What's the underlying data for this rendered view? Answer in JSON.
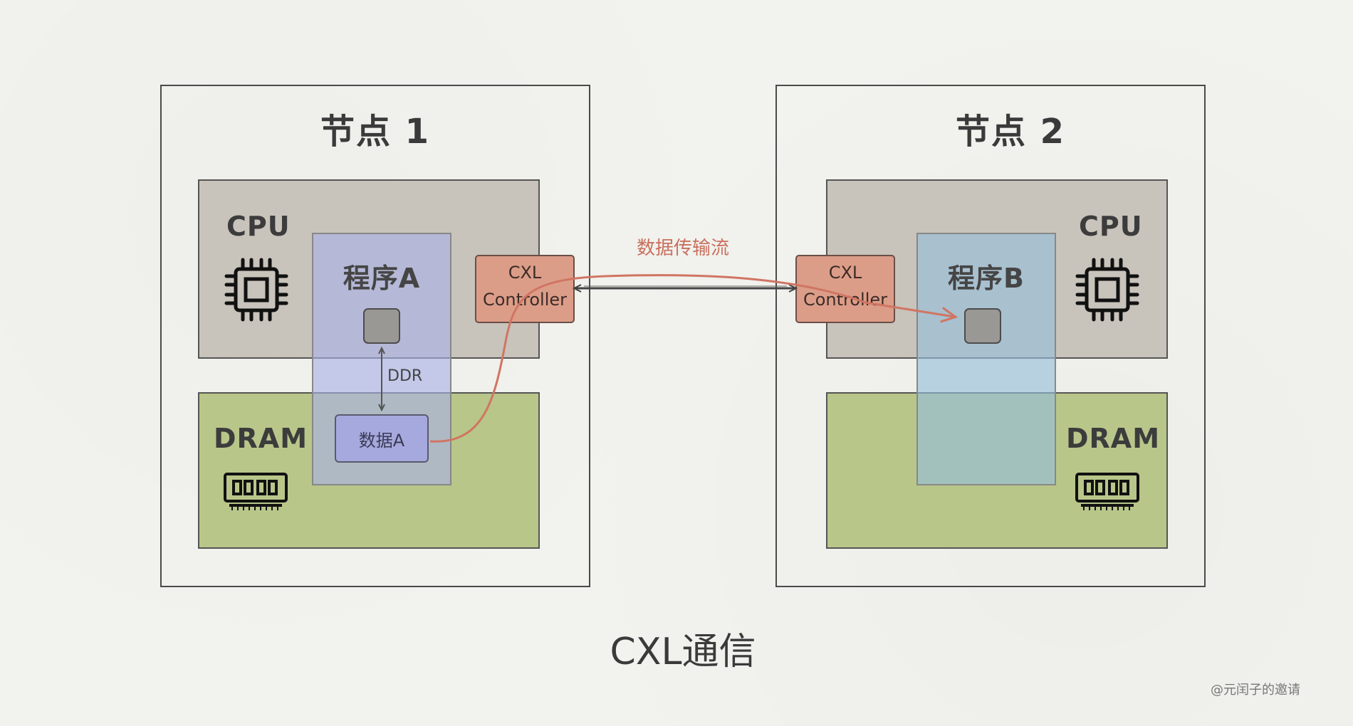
{
  "node1": {
    "title": "节点 1",
    "cpu_label": "CPU",
    "dram_label": "DRAM",
    "program_label": "程序A",
    "data_label": "数据A",
    "ddr_label": "DDR",
    "cxl_line1": "CXL",
    "cxl_line2": "Controller"
  },
  "node2": {
    "title": "节点 2",
    "cpu_label": "CPU",
    "dram_label": "DRAM",
    "program_label": "程序B",
    "cxl_line1": "CXL",
    "cxl_line2": "Controller"
  },
  "flow_label": "数据传输流",
  "caption": "CXL通信",
  "watermark": "@元闰子的邀请",
  "colors": {
    "background": "#f2f2ee",
    "cpu_area": "#c8c3bb",
    "dram_area": "#b8c68a",
    "program_a": "#aab2e6",
    "program_b": "#96bedc",
    "data_block": "#a6a9dd",
    "cxl_controller": "#dc9d88",
    "flow_arrow": "#d07563"
  },
  "icons": {
    "cpu": "cpu-chip-icon",
    "dram": "memory-module-icon"
  }
}
